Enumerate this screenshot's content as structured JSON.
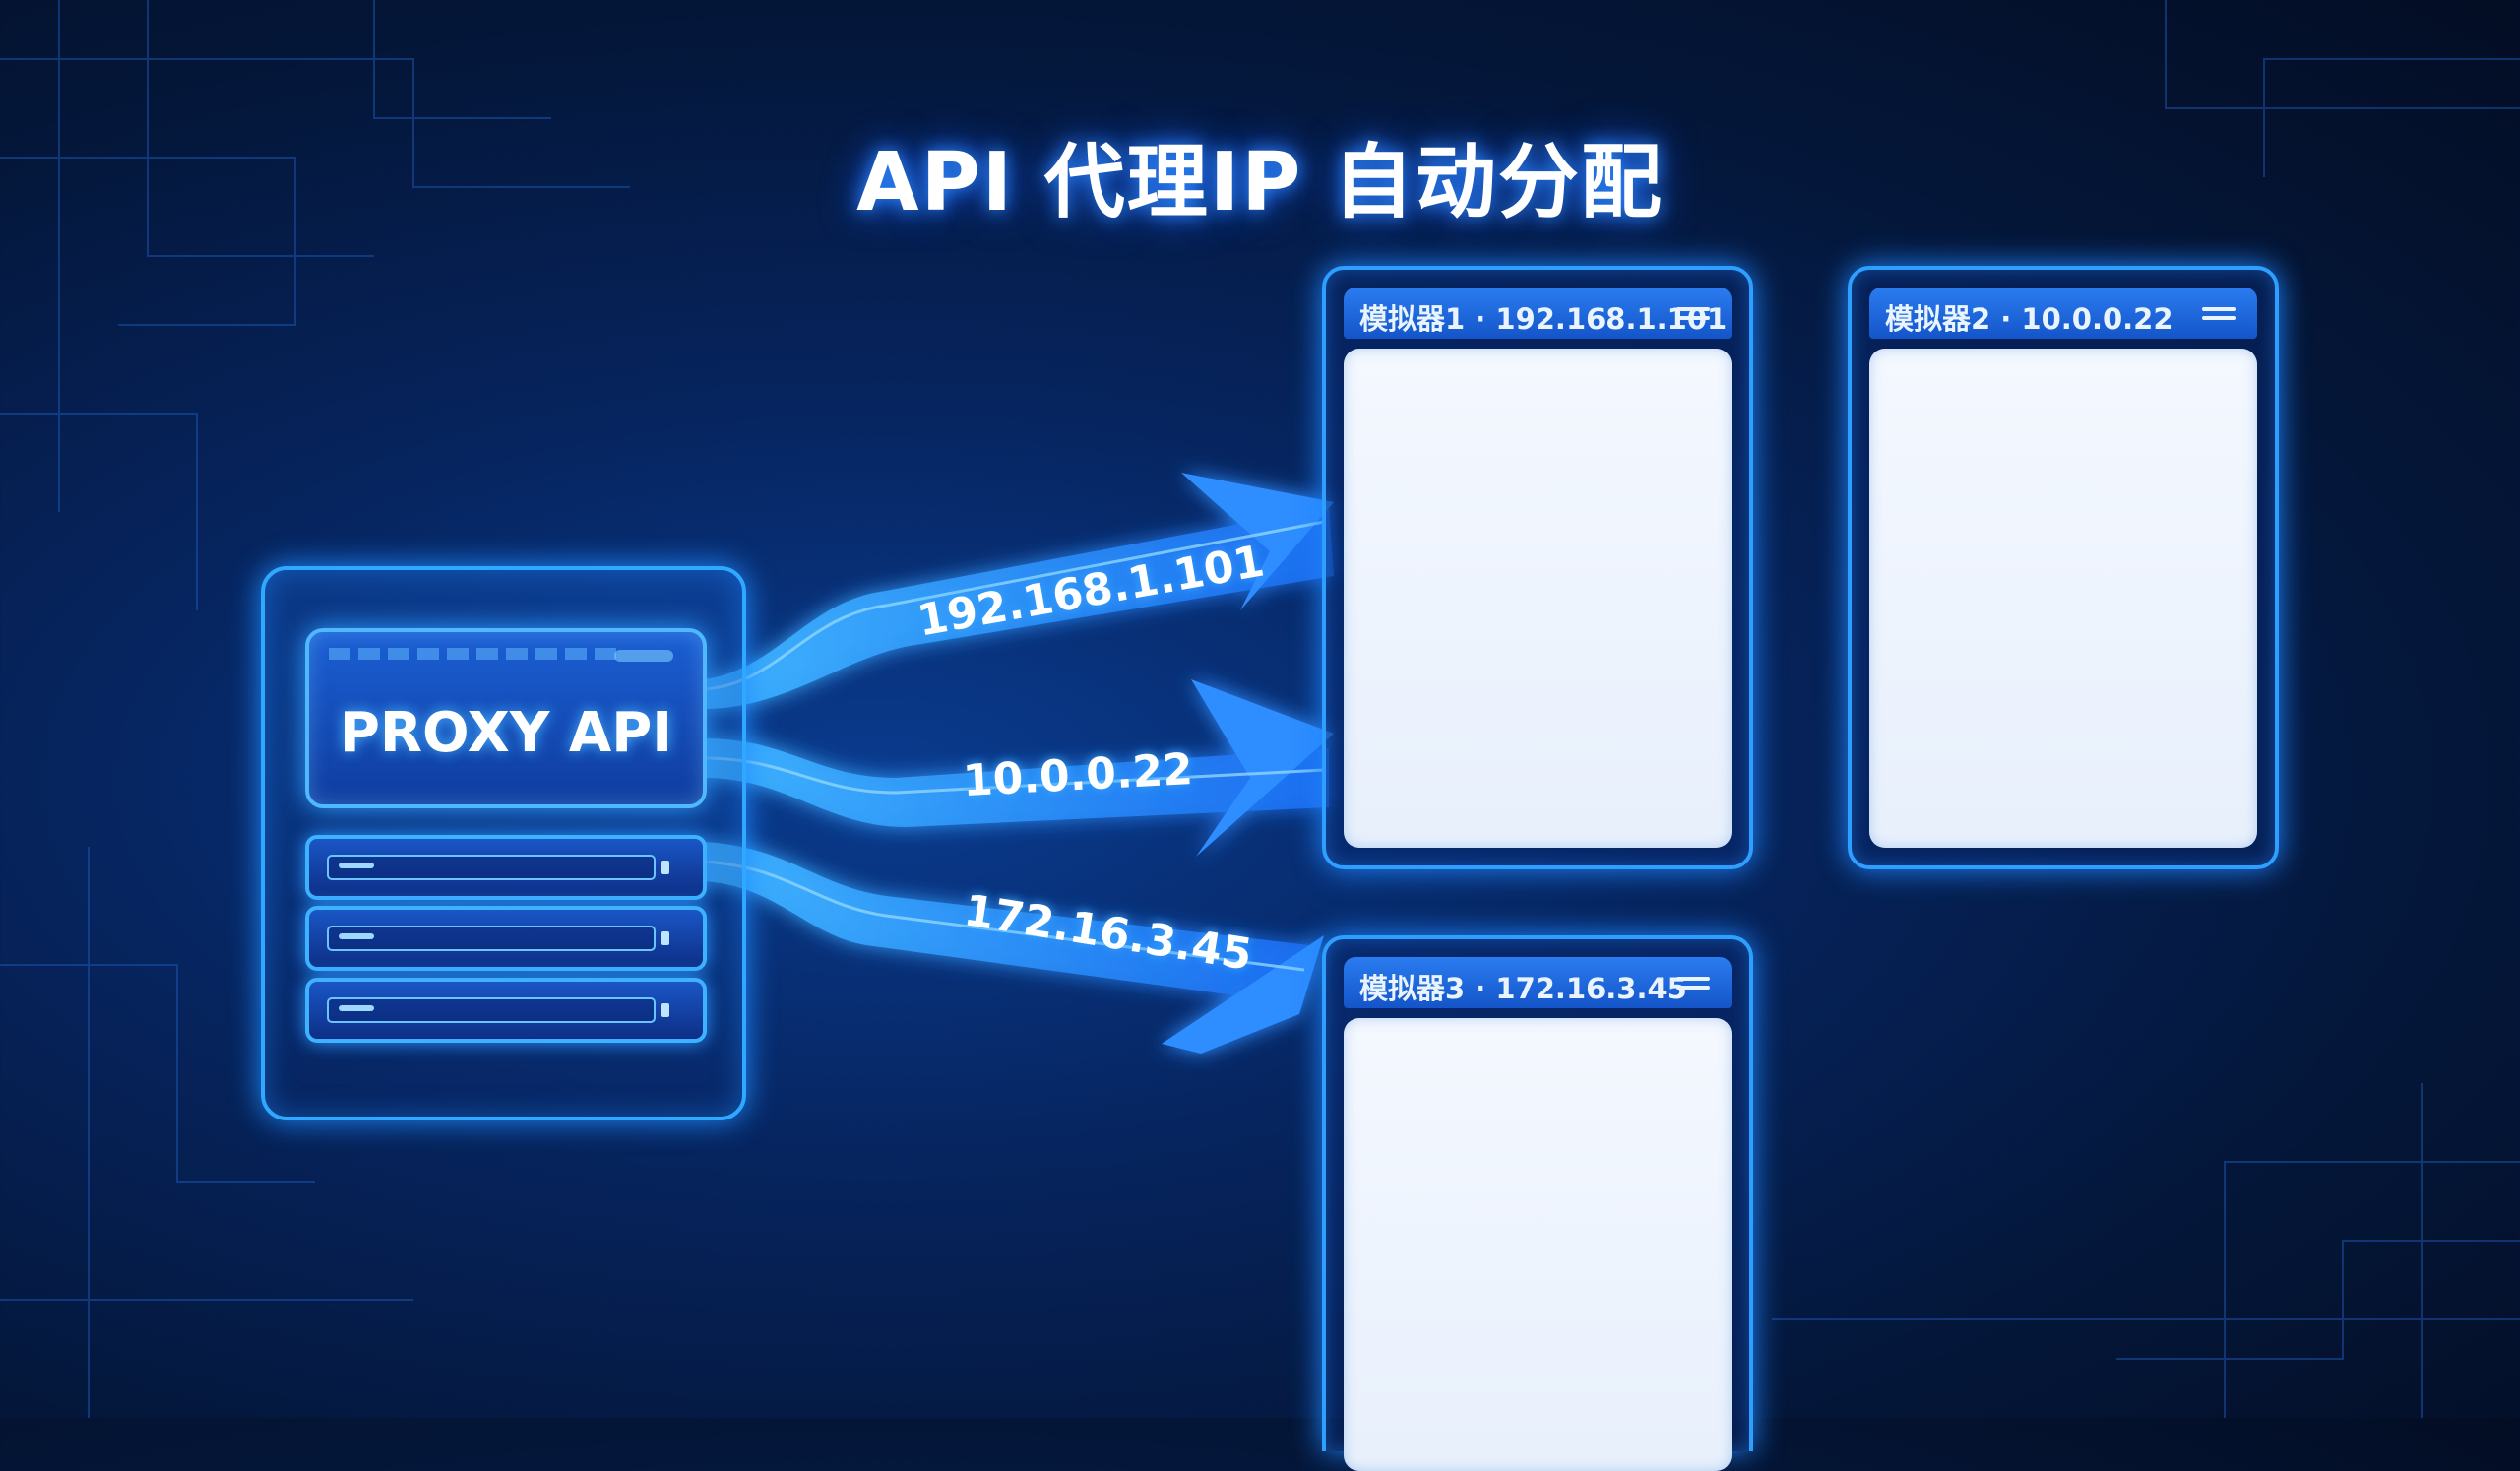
{
  "title": "API 代理IP 自动分配",
  "proxy": {
    "label": "PROXY API"
  },
  "links": [
    {
      "ip": "192.168.1.101"
    },
    {
      "ip": "10.0.0.22"
    },
    {
      "ip": "172.16.3.45"
    }
  ],
  "emulators": [
    {
      "title": "模拟器1 · 192.168.1.101"
    },
    {
      "title": "模拟器2 · 10.0.0.22"
    },
    {
      "title": "模拟器3 · 172.16.3.45"
    }
  ],
  "colors": {
    "accent": "#2f9fff",
    "beam": "#1e7bff",
    "screen": "#eef4fd"
  }
}
